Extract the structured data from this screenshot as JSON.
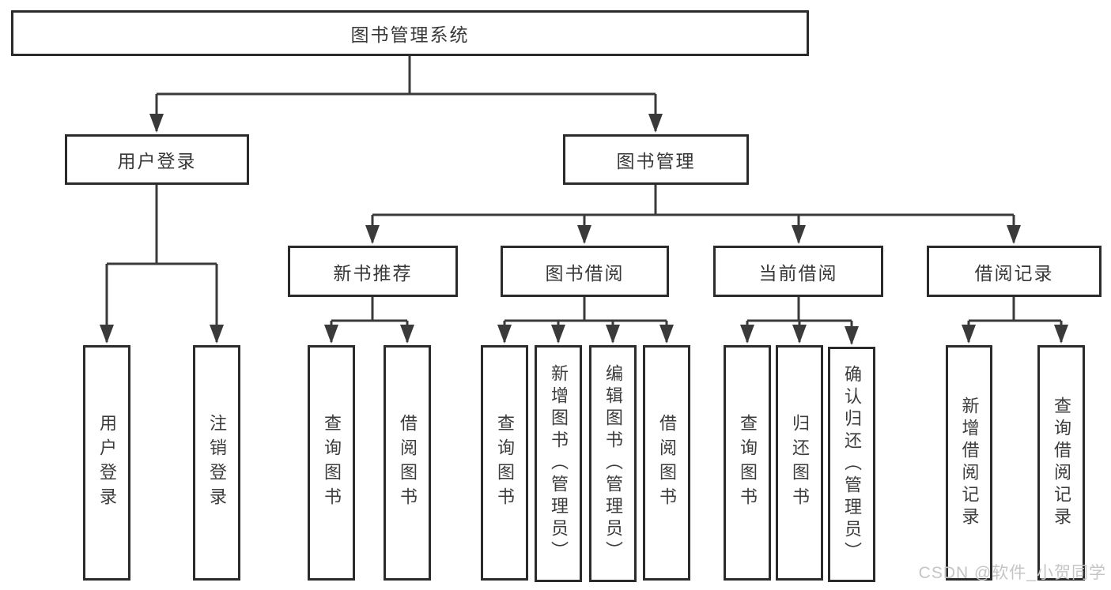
{
  "tree": {
    "root": {
      "label": "图书管理系统"
    },
    "branches": [
      {
        "label": "用户登录",
        "children": [
          {
            "label": "用户登录"
          },
          {
            "label": "注销登录"
          }
        ]
      },
      {
        "label": "图书管理",
        "groups": [
          {
            "label": "新书推荐",
            "children": [
              {
                "label": "查询图书"
              },
              {
                "label": "借阅图书"
              }
            ]
          },
          {
            "label": "图书借阅",
            "children": [
              {
                "label": "查询图书"
              },
              {
                "label": "新增图书（管理员）"
              },
              {
                "label": "编辑图书（管理员）"
              },
              {
                "label": "借阅图书"
              }
            ]
          },
          {
            "label": "当前借阅",
            "children": [
              {
                "label": "查询图书"
              },
              {
                "label": "归还图书"
              },
              {
                "label": "确认归还（管理员）"
              }
            ]
          },
          {
            "label": "借阅记录",
            "children": [
              {
                "label": "新增借阅记录"
              },
              {
                "label": "查询借阅记录"
              }
            ]
          }
        ]
      }
    ]
  },
  "watermark": {
    "text": "CSDN @软件_小贺同学"
  },
  "colors": {
    "line": "#3a3a3a",
    "box_border": "#2b2b2b",
    "text": "#3c3c3c",
    "watermark": "#c5c5c5",
    "background": "#ffffff"
  }
}
